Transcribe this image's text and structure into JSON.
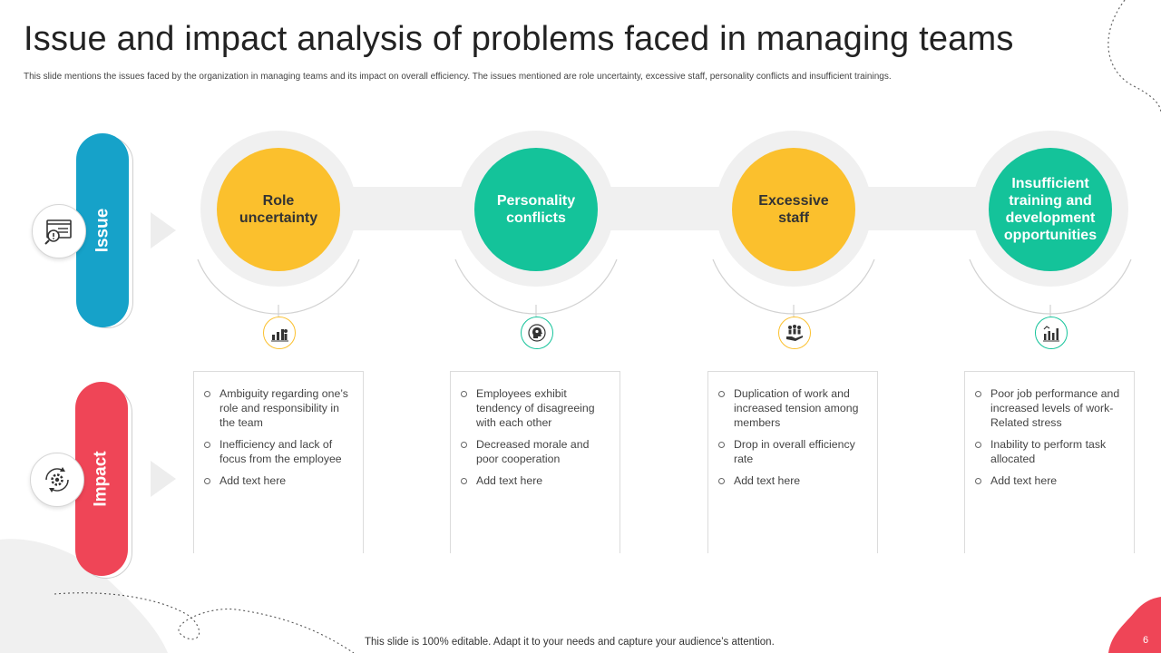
{
  "title": "Issue and impact analysis of problems faced in managing teams",
  "subtitle": "This slide mentions  the issues faced by the organization in managing  teams and its impact on overall efficiency. The issues mentioned are role uncertainty, excessive staff, personality conflicts and insufficient trainings.",
  "rows": {
    "issue_label": "Issue",
    "impact_label": "Impact"
  },
  "colors": {
    "issue_blue": "#16a2c9",
    "impact_red": "#ef4557",
    "yellow": "#fbc02d",
    "green": "#14c39a"
  },
  "issues": [
    {
      "label": "Role uncertainty",
      "color": "yellow",
      "icon": "people-chart-icon"
    },
    {
      "label": "Personality conflicts",
      "color": "green",
      "icon": "head-gear-icon"
    },
    {
      "label": "Excessive staff",
      "color": "yellow",
      "icon": "hand-people-icon"
    },
    {
      "label": "Insufficient training and development opportunities",
      "color": "green",
      "icon": "bar-chart-icon"
    }
  ],
  "impacts": [
    [
      "Ambiguity regarding one’s role and responsibility in the team",
      "Inefficiency and lack of focus from the employee",
      "Add text here"
    ],
    [
      "Employees exhibit tendency of disagreeing with each other",
      "Decreased morale and poor cooperation",
      "Add text here"
    ],
    [
      "Duplication of work and increased tension among members",
      "Drop in overall efficiency rate",
      "Add text here"
    ],
    [
      "Poor job performance and increased levels of work-Related  stress",
      "Inability to perform task allocated",
      "Add text here"
    ]
  ],
  "footer": "This slide is 100% editable. Adapt it to your needs and capture your audience’s attention.",
  "page_number": "6"
}
